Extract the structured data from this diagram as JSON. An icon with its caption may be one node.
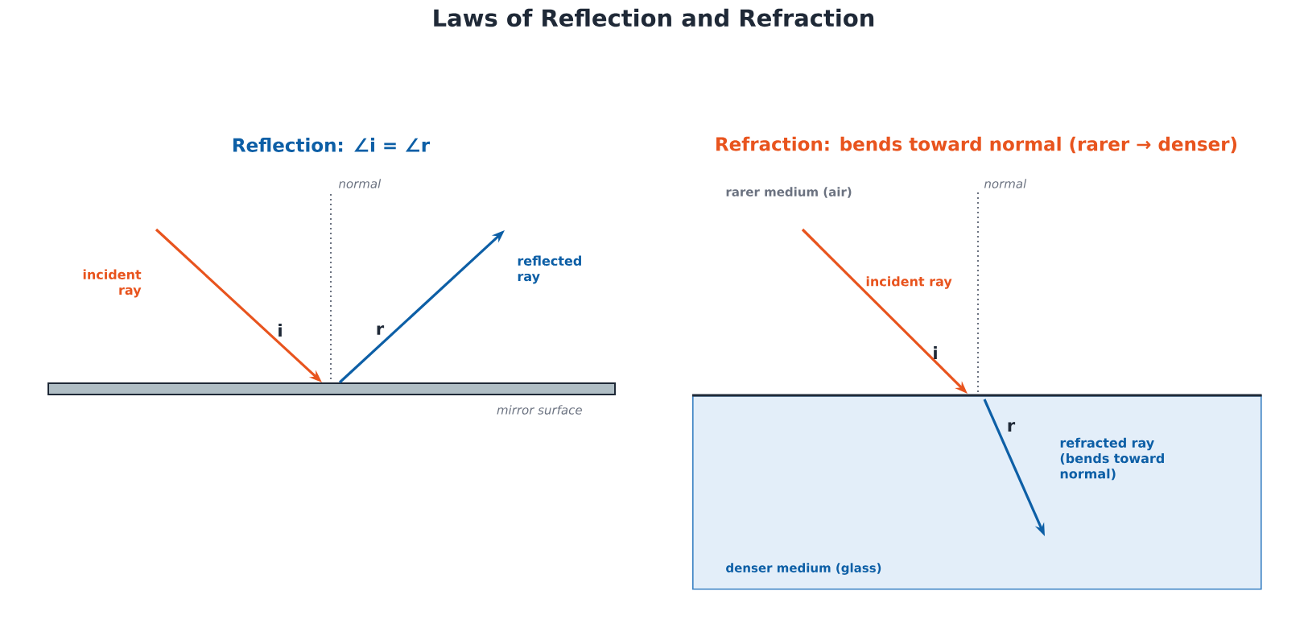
{
  "diagram": {
    "title": "Laws of Reflection and Refraction",
    "nodes": [
      {
        "text": [],
        "shape": "bar",
        "beside": [
          "mirror surface"
        ]
      },
      {
        "text": [
          "denser medium (glass)"
        ]
      }
    ],
    "edges": [
      {
        "from": null,
        "to": 0,
        "arrow": "to",
        "color": "#e8541e"
      },
      {
        "from": 0,
        "to": null,
        "arrow": "to",
        "color": "#0d5fa6"
      },
      {
        "from": null,
        "to": 1,
        "arrow": "to",
        "color": "#e8541e"
      },
      {
        "from": 1,
        "to": null,
        "arrow": "to",
        "color": "#0d5fa6"
      }
    ],
    "labels": [
      "Reflection: ∠i = ∠r",
      "Refraction: bends toward normal (rarer → denser)",
      "normal",
      "normal",
      "rarer medium (air)",
      "incident ray",
      "reflected ray",
      "incident ray",
      "i",
      "r",
      "i",
      "r",
      "refracted ray (bends toward normal)"
    ]
  }
}
